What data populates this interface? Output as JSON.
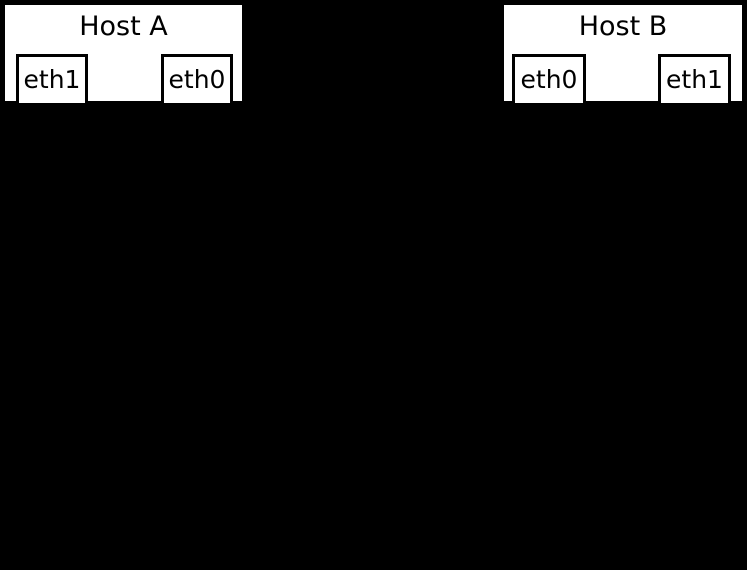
{
  "diagram": {
    "background_color": "#000000",
    "node_fill_color": "#ffffff",
    "node_stroke_color": "#000000",
    "hosts": [
      {
        "id": "host-a",
        "title": "Host A",
        "interfaces": [
          {
            "id": "host-a-eth1",
            "label": "eth1"
          },
          {
            "id": "host-a-eth0",
            "label": "eth0"
          }
        ]
      },
      {
        "id": "host-b",
        "title": "Host B",
        "interfaces": [
          {
            "id": "host-b-eth0",
            "label": "eth0"
          },
          {
            "id": "host-b-eth1",
            "label": "eth1"
          }
        ]
      }
    ]
  }
}
